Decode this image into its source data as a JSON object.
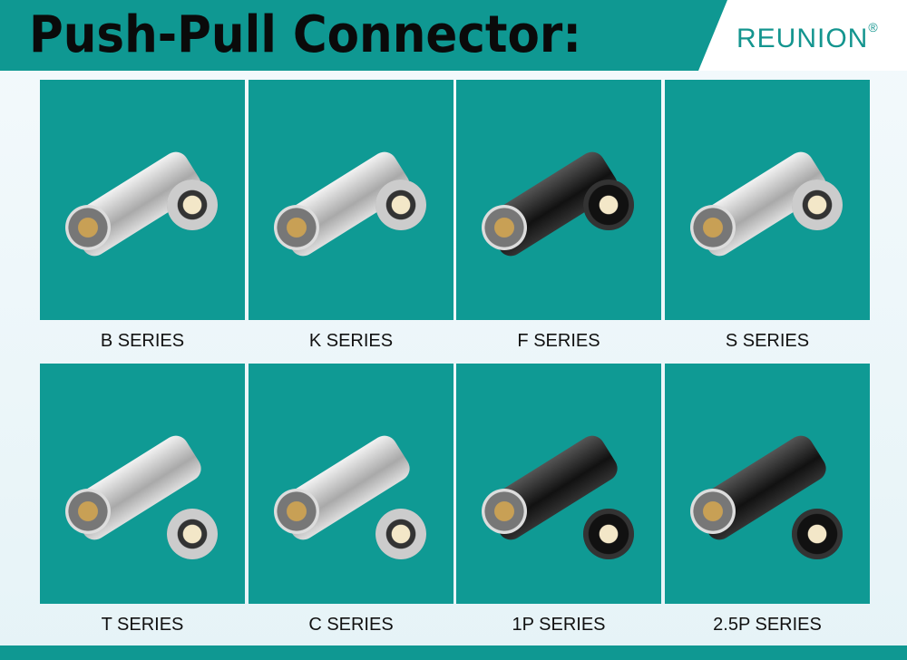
{
  "header": {
    "title": "Push-Pull Connector:",
    "brand": "REUNION",
    "brand_mark": "®"
  },
  "colors": {
    "teal": "#0f9892",
    "brand_text": "#14958f"
  },
  "products": [
    {
      "label": "B SERIES",
      "finish": "silver"
    },
    {
      "label": "K SERIES",
      "finish": "silver"
    },
    {
      "label": "F SERIES",
      "finish": "black"
    },
    {
      "label": "S SERIES",
      "finish": "silver"
    },
    {
      "label": "T SERIES",
      "finish": "silver"
    },
    {
      "label": "C SERIES",
      "finish": "silver"
    },
    {
      "label": "1P SERIES",
      "finish": "black"
    },
    {
      "label": "2.5P SERIES",
      "finish": "black"
    }
  ]
}
